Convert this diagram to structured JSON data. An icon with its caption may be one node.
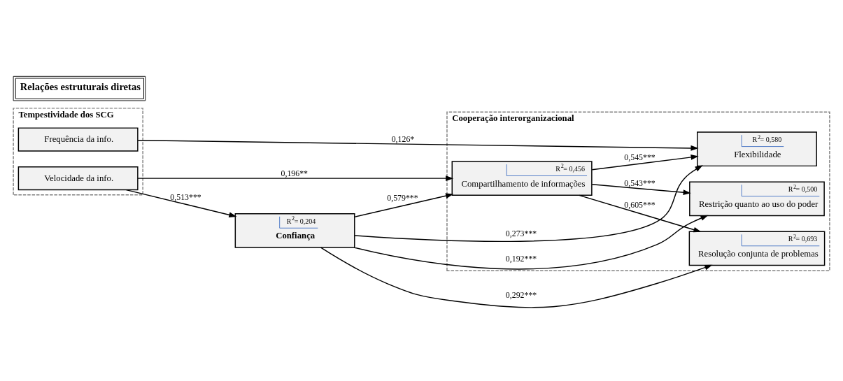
{
  "diagram": {
    "title": "Relações estruturais diretas",
    "nodes": [
      {
        "text": [
          "Tempestividade dos SCG"
        ]
      },
      {
        "text": [
          "Frequência da info."
        ],
        "in": 0
      },
      {
        "text": [
          "Velocidade da info."
        ],
        "in": 0
      },
      {
        "text": [
          "R$^{2}$= 0,204",
          "Confiança"
        ]
      },
      {
        "text": [
          "Cooperação interorganizacional"
        ]
      },
      {
        "text": [
          "R$^{2}$= 0,456",
          "Compartilhamento de informações"
        ],
        "in": 4
      },
      {
        "text": [
          "R$^{2}$= 0,580",
          "Flexibilidade"
        ],
        "in": 4
      },
      {
        "text": [
          "R$^{2}$= 0,693",
          "Resolução conjunta de problemas"
        ],
        "in": 4
      },
      {
        "text": [
          "R$^{2}$= 0,500",
          "Restrição quanto ao uso do poder"
        ],
        "in": 4
      }
    ],
    "edges": [
      {
        "from": 2,
        "to": 5,
        "arrow": "to",
        "label": "0,196**"
      },
      {
        "from": 1,
        "to": 6,
        "arrow": "to",
        "label": "0,126*"
      },
      {
        "from": 2,
        "to": 3,
        "arrow": "to",
        "label": "0,513***"
      },
      {
        "from": 3,
        "to": 5,
        "arrow": "to",
        "label": "0,579***"
      },
      {
        "from": 3,
        "to": 6,
        "arrow": "to",
        "label": "0,273***"
      },
      {
        "from": 3,
        "to": 7,
        "arrow": "to",
        "label": "0,292***"
      },
      {
        "from": 3,
        "to": 8,
        "arrow": "to",
        "label": "0,192***"
      },
      {
        "from": 5,
        "to": 6,
        "arrow": "to",
        "label": "0,545***"
      },
      {
        "from": 5,
        "to": 7,
        "arrow": "to",
        "label": "0,605***"
      },
      {
        "from": 5,
        "to": 8,
        "arrow": "to",
        "label": "0,543***"
      }
    ]
  }
}
